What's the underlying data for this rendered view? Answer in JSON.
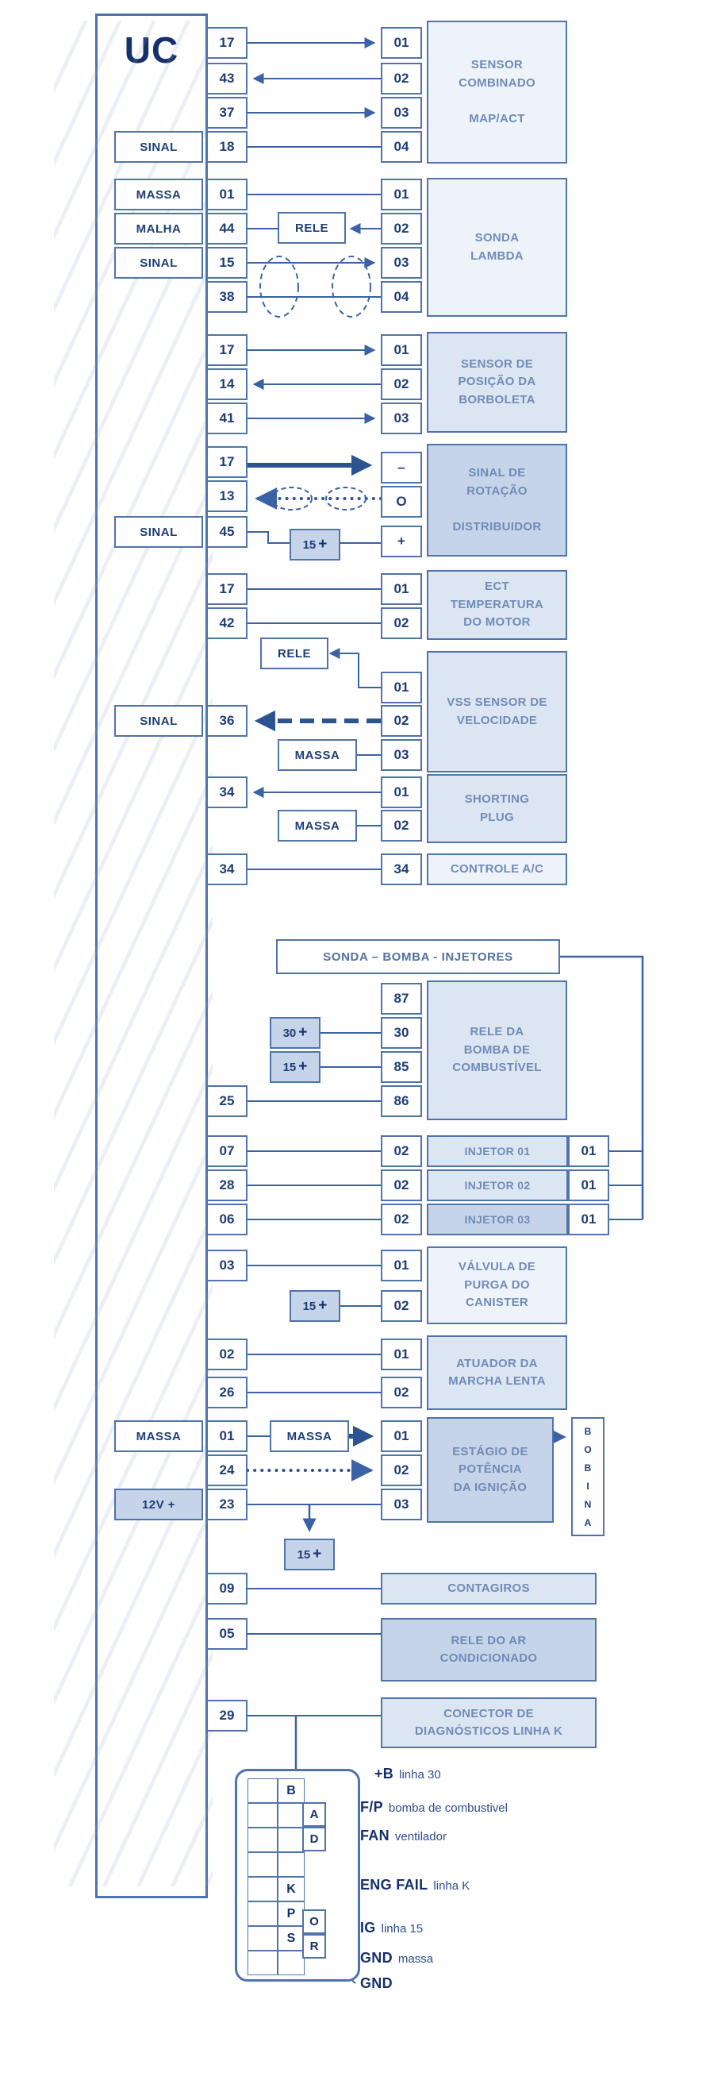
{
  "uc": {
    "title": "UC"
  },
  "sensor_combinado": {
    "left_pins": [
      "17",
      "43",
      "37",
      "18"
    ],
    "sinal_label": "SINAL",
    "right_pins": [
      "01",
      "02",
      "03",
      "04"
    ],
    "name": "SENSOR\nCOMBINADO\n\nMAP/ACT"
  },
  "sonda_lambda": {
    "left_labels": [
      "MASSA",
      "MALHA",
      "SINAL"
    ],
    "left_pins": [
      "01",
      "44",
      "15",
      "38"
    ],
    "rele_label": "RELE",
    "right_pins": [
      "01",
      "02",
      "03",
      "04"
    ],
    "name": "SONDA\nLAMBDA"
  },
  "borboleta": {
    "left_pins": [
      "17",
      "14",
      "41"
    ],
    "right_pins": [
      "01",
      "02",
      "03"
    ],
    "name": "SENSOR DE\nPOSIÇÃO DA\nBORBOLETA"
  },
  "distribuidor": {
    "left_pins": [
      "17",
      "13",
      "45"
    ],
    "sinal_label": "SINAL",
    "right_pins": [
      "–",
      "O",
      "+"
    ],
    "box15": {
      "num": "15",
      "plus": "+"
    },
    "name": "SINAL DE\nROTAÇÃO\n\nDISTRIBUIDOR"
  },
  "ect": {
    "left_pins": [
      "17",
      "42"
    ],
    "right_pins": [
      "01",
      "02"
    ],
    "name": "ECT\nTEMPERATURA\nDO MOTOR"
  },
  "vss": {
    "rele_label": "RELE",
    "sinal_label": "SINAL",
    "left_pin": "36",
    "massa_label": "MASSA",
    "right_pins": [
      "01",
      "02",
      "03"
    ],
    "name": "VSS SENSOR DE\nVELOCIDADE"
  },
  "shorting_plug": {
    "left_pin": "34",
    "massa_label": "MASSA",
    "right_pins": [
      "01",
      "02"
    ],
    "name": "SHORTING\nPLUG"
  },
  "controle_ac": {
    "left_pin": "34",
    "right_pin": "34",
    "name": "CONTROLE A/C"
  },
  "header_bomba": {
    "title": "SONDA – BOMBA - INJETORES"
  },
  "rele_bomba": {
    "right_pins": [
      "87",
      "30",
      "85",
      "86"
    ],
    "box30": {
      "num": "30",
      "plus": "+"
    },
    "box15": {
      "num": "15",
      "plus": "+"
    },
    "left_pin": "25",
    "name": "RELE DA\nBOMBA DE\nCOMBUSTÍVEL"
  },
  "injetores": {
    "rows": [
      {
        "left": "07",
        "mid": "02",
        "name": "INJETOR 01",
        "right": "01"
      },
      {
        "left": "28",
        "mid": "02",
        "name": "INJETOR 02",
        "right": "01"
      },
      {
        "left": "06",
        "mid": "02",
        "name": "INJETOR 03",
        "right": "01"
      }
    ]
  },
  "canister": {
    "left_pin": "03",
    "box15": {
      "num": "15",
      "plus": "+"
    },
    "right_pins": [
      "01",
      "02"
    ],
    "name": "VÁLVULA DE\nPURGA DO\nCANISTER"
  },
  "marcha_lenta": {
    "left_pins": [
      "02",
      "26"
    ],
    "right_pins": [
      "01",
      "02"
    ],
    "name": "ATUADOR DA\nMARCHA LENTA"
  },
  "ignicao": {
    "massa_label": "MASSA",
    "left_pins": [
      "01",
      "24",
      "23"
    ],
    "v12_label": "12V +",
    "massa_box": "MASSA",
    "right_pins": [
      "01",
      "02",
      "03"
    ],
    "name": "ESTÁGIO DE\nPOTÊNCIA\nDA IGNIÇÃO",
    "bobina": [
      "B",
      "O",
      "B",
      "I",
      "N",
      "A"
    ],
    "box15": {
      "num": "15",
      "plus": "+"
    }
  },
  "contagiros": {
    "left_pin": "09",
    "name": "CONTAGIROS"
  },
  "rele_ar": {
    "left_pin": "05",
    "name": "RELE DO AR\nCONDICIONADO"
  },
  "diagnostico": {
    "left_pin": "29",
    "name": "CONECTOR DE\nDIAGNÓSTICOS LINHA K"
  },
  "conector": {
    "cells": {
      "b": "B",
      "a": "A",
      "d": "D",
      "k": "K",
      "p": "P",
      "o": "O",
      "s": "S",
      "r": "R"
    },
    "legend": [
      {
        "key": "+B",
        "desc": "linha 30"
      },
      {
        "key": "F/P",
        "desc": "bomba de combustivel"
      },
      {
        "key": "FAN",
        "desc": "ventilador"
      },
      {
        "key": "ENG FAIL",
        "desc": "linha K"
      },
      {
        "key": "IG",
        "desc": "linha 15"
      },
      {
        "key": "GND",
        "desc": "massa"
      },
      {
        "key": "GND",
        "desc": ""
      }
    ]
  }
}
